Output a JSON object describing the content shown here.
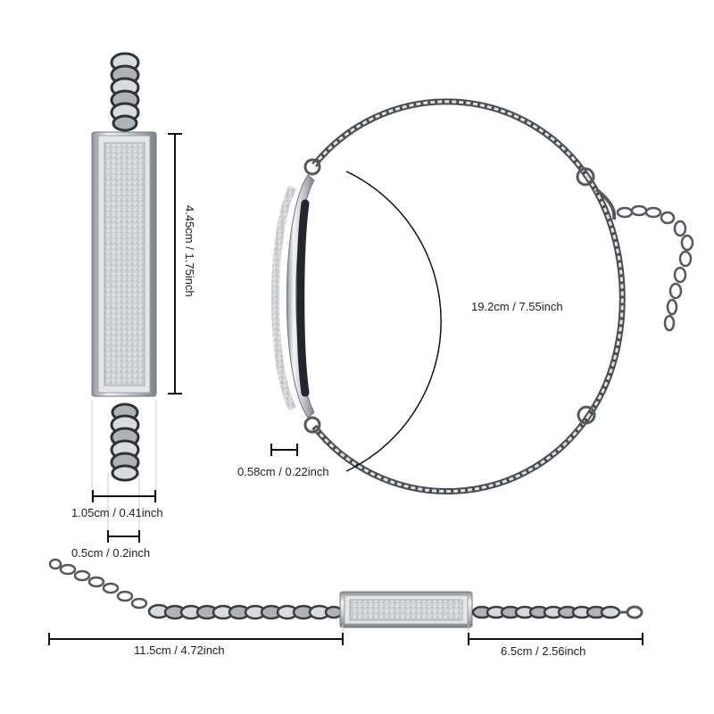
{
  "colors": {
    "metal_light": "#e9ecef",
    "metal_mid": "#b7bcc2",
    "metal_dark": "#3a3d42",
    "sparkle": "#d6d9dc",
    "dimension_line": "#111111",
    "guide_line": "#c8c8c8",
    "background": "#ffffff"
  },
  "dimensions": {
    "pendant_height": "4.45cm / 1.75inch",
    "band_circumference": "19.2cm / 7.55inch",
    "band_thickness": "0.58cm / 0.22inch",
    "pendant_width": "1.05cm / 0.41inch",
    "chain_width": "0.5cm / 0.2inch",
    "long_side_length": "11.5cm / 4.72inch",
    "short_side_length": "6.5cm / 2.56inch"
  },
  "icons": {
    "front_view": "bracelet-front-view-icon",
    "side_view": "bracelet-side-view-icon",
    "flat_view": "bracelet-flat-view-icon"
  }
}
